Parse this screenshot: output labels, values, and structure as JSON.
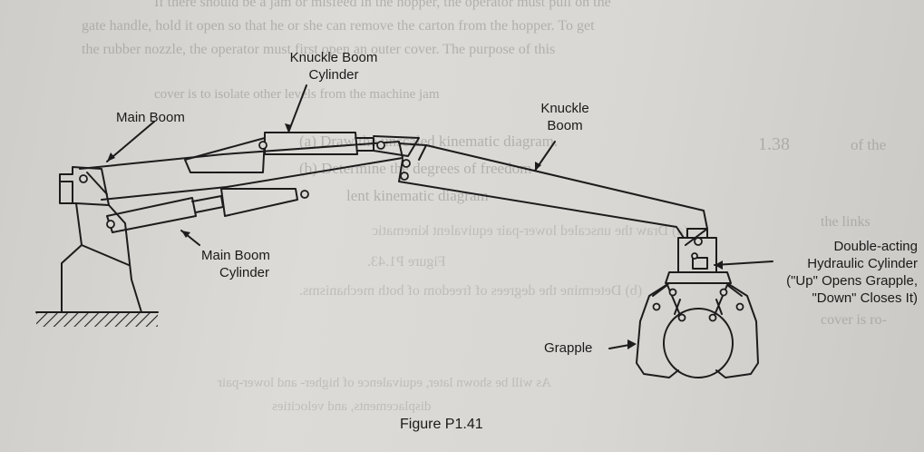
{
  "bleed_through": {
    "top_line_1": "If there should be a jam or misfeed in the hopper, the operator must pull on the",
    "top_line_2": "gate handle, hold it open so that he or she can remove the carton from the hopper. To get",
    "top_line_3": "the rubber nozzle, the operator must first open an outer cover. The purpose of this",
    "top_line_4": "cover is to isolate other levels from the machine jam",
    "problem_heading": "1.38",
    "item_a": "(a) Draw the unscaled kinematic diagram.",
    "item_b": "(b) Determine the degrees of freedom",
    "lent_line": "lent kinematic diagram",
    "right_line_1": "of the",
    "right_line_2": "the links",
    "mirrored_1": "(a) Draw the unscaled lower-pair equivalent kinematic",
    "mirrored_2": "Figure P1.43.",
    "mirrored_3": "(b) Determine the degrees of freedom of both mechanisms.",
    "mirrored_4": "As will be shown later, equivalence of higher- and lower-pair",
    "mirrored_5": "displacements, and velocities",
    "bottom_right": "cover is ro-"
  },
  "diagram": {
    "labels": {
      "knuckle_boom_cylinder": [
        "Knuckle Boom",
        "Cylinder"
      ],
      "main_boom": "Main Boom",
      "knuckle_boom": [
        "Knuckle",
        "Boom"
      ],
      "main_boom_cylinder": [
        "Main Boom",
        "Cylinder"
      ],
      "hydraulic_cylinder": [
        "Double-acting",
        "Hydraulic Cylinder",
        "(\"Up\" Opens Grapple,",
        "\"Down\" Closes It)"
      ],
      "grapple": "Grapple"
    },
    "caption": "Figure P1.41"
  }
}
